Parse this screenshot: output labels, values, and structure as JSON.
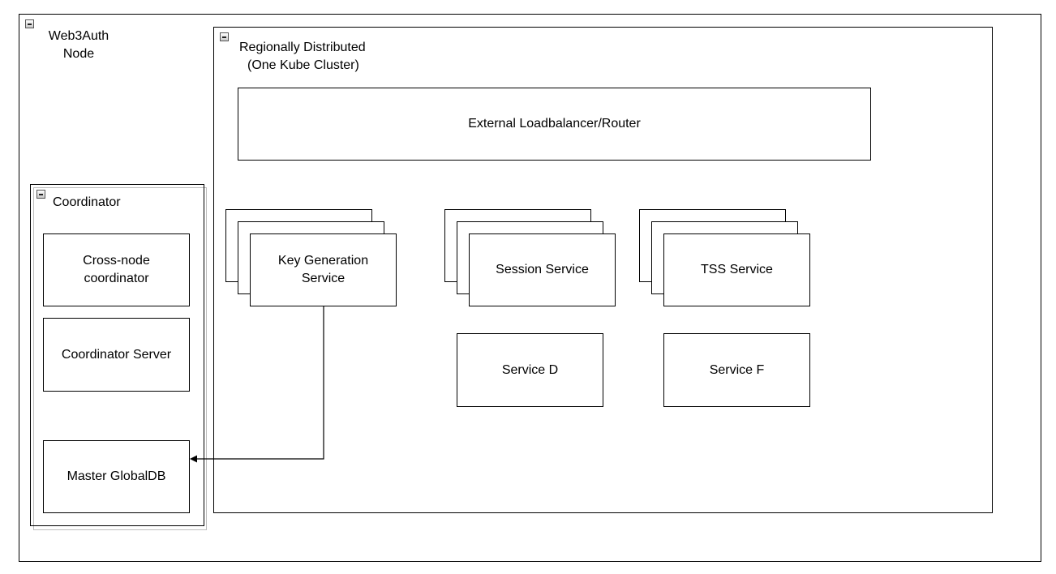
{
  "web3auth_node": {
    "title": "Web3Auth\nNode"
  },
  "regional": {
    "title_line1": "Regionally Distributed",
    "title_line2": "(One Kube Cluster)",
    "loadbalancer": "External Loadbalancer/Router",
    "key_generation": "Key Generation\nService",
    "session_service": "Session Service",
    "tss_service": "TSS Service",
    "service_d": "Service D",
    "service_f": "Service F"
  },
  "coordinator": {
    "title": "Coordinator",
    "cross_node": "Cross-node\ncoordinator",
    "server": "Coordinator Server",
    "master_db": "Master GlobalDB"
  }
}
